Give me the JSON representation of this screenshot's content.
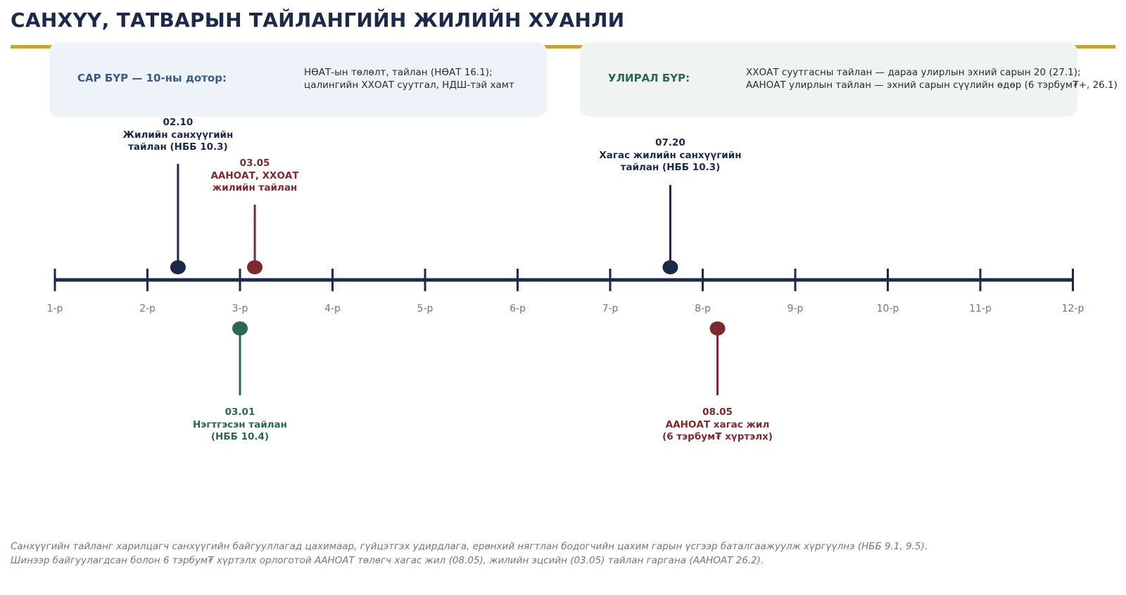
{
  "title": "САНХҮҮ, ТАТВАРЫН ТАЙЛАНГИЙН ЖИЛИЙН ХУАНЛИ",
  "colors": {
    "navy": "#1c2a4a",
    "maroon": "#7b2a2e",
    "green": "#2d6657",
    "gold": "#c8a433",
    "muted": "#6e7785"
  },
  "monthly_panel": {
    "label": "САР БҮР — 10-ны дотор:",
    "line1": "НӨАТ-ын төлөлт, тайлан (НӨАТ 16.1);",
    "line2": "цалингийн ХХОАТ суутгал, НДШ-тэй хамт"
  },
  "quarterly_panel": {
    "label": "УЛИРАЛ БҮР:",
    "line1": "ХХОАТ суутгасны тайлан — дараа улирлын эхний сарын 20 (27.1);",
    "line2": "ААНОАТ улирлын тайлан — эхний сарын сүүлийн өдөр (6 тэрбум₮+, 26.1)"
  },
  "months": [
    "1-р",
    "2-р",
    "3-р",
    "4-р",
    "5-р",
    "6-р",
    "7-р",
    "8-р",
    "9-р",
    "10-р",
    "11-р",
    "12-р"
  ],
  "events": [
    {
      "date": "02.10",
      "month_pos": 2.33,
      "side": "above",
      "level": "high",
      "color": "navy",
      "lines": [
        "Жилийн санхүүгийн",
        "тайлан (НББ 10.3)"
      ]
    },
    {
      "date": "03.05",
      "month_pos": 3.16,
      "side": "above",
      "level": "mid",
      "color": "maroon",
      "lines": [
        "ААНОАТ, ХХОАТ",
        "жилийн тайлан"
      ]
    },
    {
      "date": "07.20",
      "month_pos": 7.65,
      "side": "above",
      "level": "mid-high",
      "color": "navy",
      "lines": [
        "Хагас жилийн санхүүгийн",
        "тайлан (НББ 10.3)"
      ]
    },
    {
      "date": "03.01",
      "month_pos": 3.0,
      "side": "below",
      "level": "low",
      "color": "green",
      "lines": [
        "Нэгтгэсэн тайлан",
        "(НББ 10.4)"
      ]
    },
    {
      "date": "08.05",
      "month_pos": 8.16,
      "side": "below",
      "level": "low",
      "color": "maroon",
      "lines": [
        "ААНОАТ хагас жил",
        "(6 тэрбум₮ хүртэлх)"
      ]
    }
  ],
  "footnote": {
    "line1": "Санхүүгийн тайланг харилцагч санхүүгийн байгууллагад цахимаар, гүйцэтгэх удирдлага, ерөнхий нягтлан бодогчийн цахим гарын үсгээр баталгаажуулж хүргүүлнэ (НББ 9.1, 9.5).",
    "line2": "Шинээр байгуулагдсан болон 6 тэрбум₮ хүртэлх орлоготой ААНОАТ төлөгч хагас жил (08.05), жилийн эцсийн (03.05) тайлан гаргана (ААНОАТ 26.2)."
  }
}
